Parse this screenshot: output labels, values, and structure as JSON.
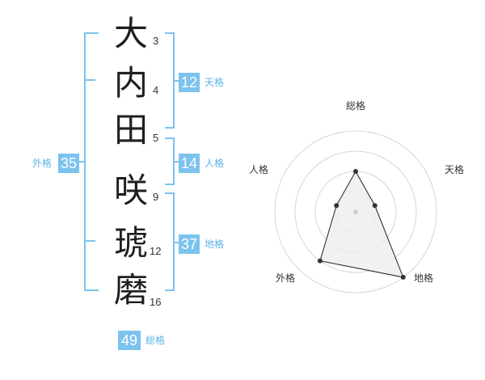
{
  "name_chars": [
    {
      "char": "大",
      "strokes": "3"
    },
    {
      "char": "内",
      "strokes": "4"
    },
    {
      "char": "田",
      "strokes": "5"
    },
    {
      "char": "咲",
      "strokes": "9"
    },
    {
      "char": "琥",
      "strokes": "12"
    },
    {
      "char": "磨",
      "strokes": "16"
    }
  ],
  "kakusu": {
    "tenkaku": {
      "value": "12",
      "label": "天格"
    },
    "jinkaku": {
      "value": "14",
      "label": "人格"
    },
    "chikaku": {
      "value": "37",
      "label": "地格"
    },
    "gaikaku": {
      "value": "35",
      "label": "外格"
    },
    "soukaku": {
      "value": "49",
      "label": "総格"
    }
  },
  "radar": {
    "axis_labels": {
      "soukaku": "総格",
      "tenkaku": "天格",
      "chikaku": "地格",
      "gaikaku": "外格",
      "jinkaku": "人格"
    },
    "levels": 4,
    "scores": {
      "soukaku": 2,
      "tenkaku": 1,
      "chikaku": 4,
      "gaikaku": 3,
      "jinkaku": 1
    },
    "colors": {
      "ring": "#d6d6d6",
      "fill": "#eeeeee",
      "line": "#222222",
      "point": "#333333",
      "center": "#d0d0d0"
    }
  },
  "colors": {
    "accent": "#7cc3ef",
    "accent_text": "#5fb3e6"
  }
}
